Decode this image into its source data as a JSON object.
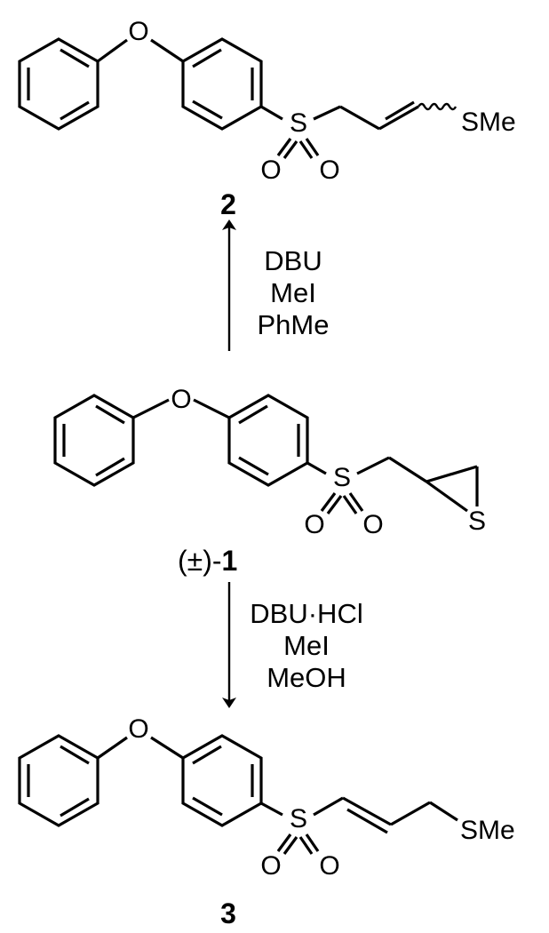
{
  "compound_2": {
    "atoms": {
      "oxygen": "O",
      "sulfur": "S",
      "oxo_left": "O",
      "oxo_right": "O",
      "thioether": "SMe"
    },
    "label": "2"
  },
  "compound_1": {
    "atoms": {
      "oxygen": "O",
      "sulfur": "S",
      "oxo_left": "O",
      "oxo_right": "O",
      "ring_sulfur": "S"
    },
    "label_prefix": "(±)-",
    "label_number": "1"
  },
  "compound_3": {
    "atoms": {
      "oxygen": "O",
      "sulfur": "S",
      "oxo_left": "O",
      "oxo_right": "O",
      "thioether": "SMe"
    },
    "label": "3"
  },
  "arrow_up": {
    "reagents": [
      "DBU",
      "MeI",
      "PhMe"
    ]
  },
  "arrow_down": {
    "reagents": [
      "DBU·HCl",
      "MeI",
      "MeOH"
    ]
  }
}
